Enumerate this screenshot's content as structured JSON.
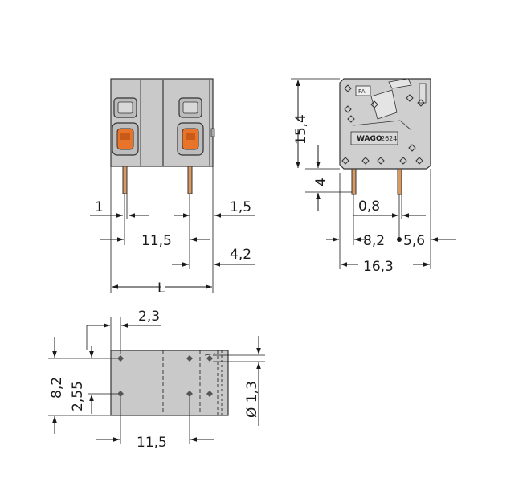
{
  "front_view": {
    "dims": {
      "pitch_left_small": "1",
      "right_offset": "1,5",
      "pitch": "11,5",
      "right_offset2": "4,2",
      "length": "L"
    }
  },
  "side_view": {
    "dims": {
      "height": "15,4",
      "pin_length": "4",
      "pin_width": "0,8",
      "pin_pos1": "8,2",
      "pin_pos2": "5,6",
      "depth": "16,3"
    },
    "marking": {
      "brand": "WAGO",
      "part": "2624",
      "badge": "PA"
    }
  },
  "footprint_view": {
    "dims": {
      "offset_top": "2,3",
      "height": "8,2",
      "row_offset": "2,55",
      "pitch": "11,5",
      "hole_diameter": "Ø 1,3"
    }
  },
  "colors": {
    "housing": "#c9c9c9",
    "actuator": "#e8742a",
    "line": "#1a1a1a"
  }
}
